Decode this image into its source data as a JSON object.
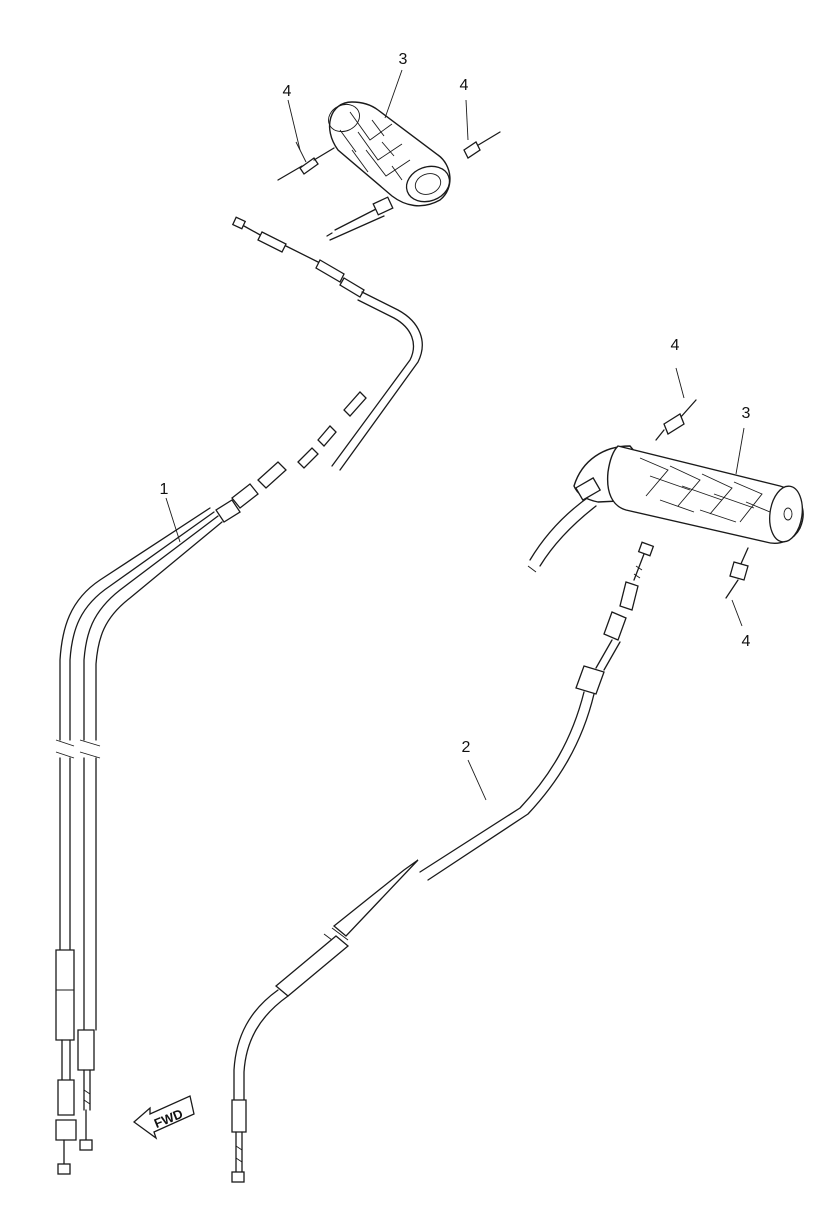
{
  "callouts": {
    "c1": "1",
    "c2": "2",
    "c3_top": "3",
    "c3_right": "3",
    "c4_top_left": "4",
    "c4_top_right": "4",
    "c4_right_upper": "4",
    "c4_right_lower": "4"
  },
  "direction_label": "FWD",
  "colors": {
    "line": "#1a1a1a",
    "background": "#ffffff"
  }
}
